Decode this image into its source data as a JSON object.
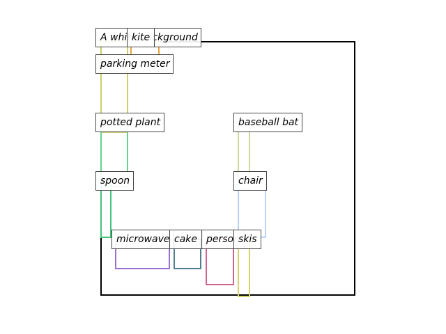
{
  "caption": "A white background",
  "objects": [
    {
      "label": "kite",
      "color": "#e8a33d"
    },
    {
      "label": "parking meter",
      "color": "#c9cf6a"
    },
    {
      "label": "potted plant",
      "color": "#64d48a"
    },
    {
      "label": "baseball bat",
      "color": "#cdd99a"
    },
    {
      "label": "spoon",
      "color": "#45c27a"
    },
    {
      "label": "chair",
      "color": "#b9d2f7"
    },
    {
      "label": "microwave",
      "color": "#9a72d0"
    },
    {
      "label": "cake",
      "color": "#4f7f8a"
    },
    {
      "label": "person",
      "color": "#d0648f"
    },
    {
      "label": "skis",
      "color": "#d6d26a"
    }
  ]
}
